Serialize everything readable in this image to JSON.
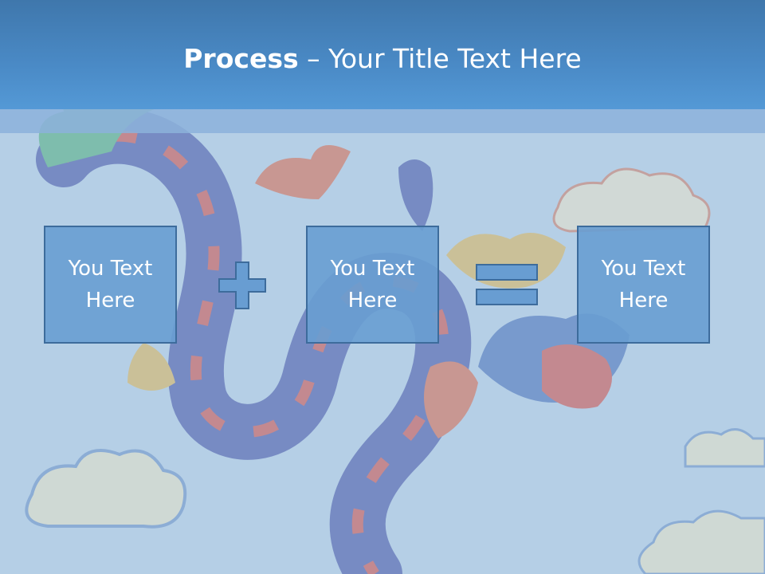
{
  "slide": {
    "title_bold": "Process",
    "title_rest": " – Your Title Text Here",
    "boxes": [
      {
        "text": "You Text Here"
      },
      {
        "text": "You Text Here"
      },
      {
        "text": "You Text Here"
      }
    ],
    "operators": [
      "plus",
      "equals"
    ]
  },
  "colors": {
    "header": "#4a8ac6",
    "box_fill": "#689dd2",
    "box_border": "#3d6c9c",
    "background": "#b5cfe6"
  }
}
